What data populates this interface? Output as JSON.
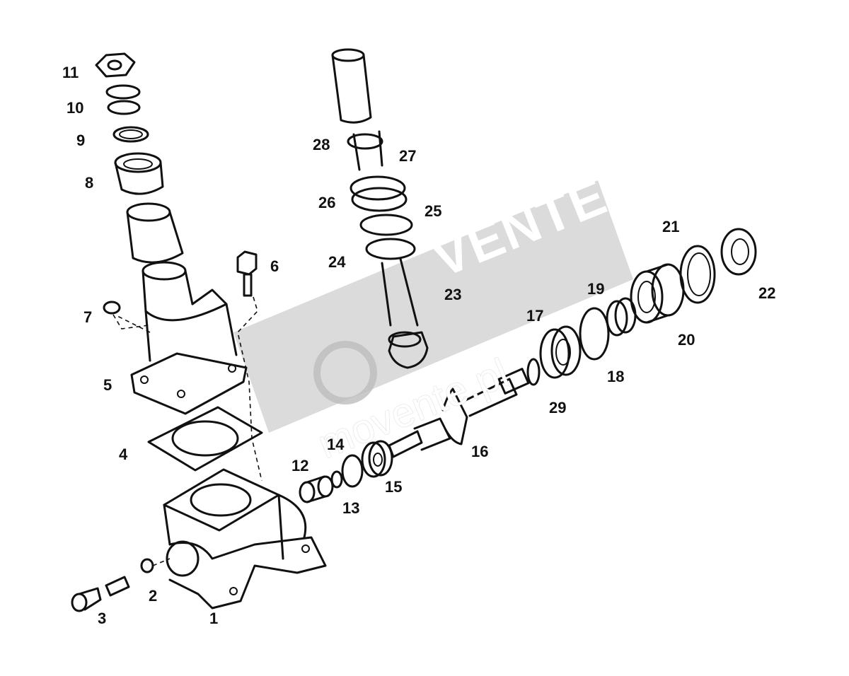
{
  "diagram": {
    "callouts": [
      {
        "id": "1",
        "label": "1"
      },
      {
        "id": "2",
        "label": "2"
      },
      {
        "id": "3",
        "label": "3"
      },
      {
        "id": "4",
        "label": "4"
      },
      {
        "id": "5",
        "label": "5"
      },
      {
        "id": "6",
        "label": "6"
      },
      {
        "id": "7",
        "label": "7"
      },
      {
        "id": "8",
        "label": "8"
      },
      {
        "id": "9",
        "label": "9"
      },
      {
        "id": "10",
        "label": "10"
      },
      {
        "id": "11",
        "label": "11"
      },
      {
        "id": "12",
        "label": "12"
      },
      {
        "id": "13",
        "label": "13"
      },
      {
        "id": "14",
        "label": "14"
      },
      {
        "id": "15",
        "label": "15"
      },
      {
        "id": "16",
        "label": "16"
      },
      {
        "id": "17",
        "label": "17"
      },
      {
        "id": "18",
        "label": "18"
      },
      {
        "id": "19",
        "label": "19"
      },
      {
        "id": "20",
        "label": "20"
      },
      {
        "id": "21",
        "label": "21"
      },
      {
        "id": "22",
        "label": "22"
      },
      {
        "id": "23",
        "label": "23"
      },
      {
        "id": "24",
        "label": "24"
      },
      {
        "id": "25",
        "label": "25"
      },
      {
        "id": "26",
        "label": "26"
      },
      {
        "id": "27",
        "label": "27"
      },
      {
        "id": "28",
        "label": "28"
      },
      {
        "id": "29",
        "label": "29"
      }
    ]
  },
  "watermark": {
    "brand": "VENTE",
    "domain": "movente.pl"
  }
}
